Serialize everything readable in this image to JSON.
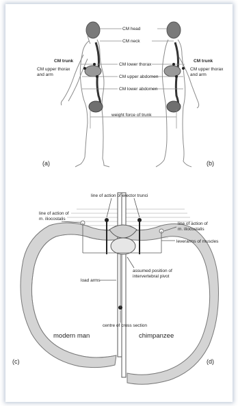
{
  "figure": {
    "top_labels": {
      "cm_head": "CM head",
      "cm_neck": "CM neck",
      "cm_trunk_left": "CM trunk",
      "cm_trunk_right": "CM trunk",
      "cm_upper_thorax_left_1": "CM upper thorax",
      "cm_upper_thorax_left_2": "and arm",
      "cm_upper_thorax_right_1": "CM upper thorax",
      "cm_upper_thorax_right_2": "and arm",
      "cm_lower_thorax": "CM lower thorax",
      "cm_upper_abdomen": "CM upper abdomen",
      "cm_lower_abdomen": "CM lower abdomen",
      "weight_force": "weight force of trunk",
      "panel_a": "(a)",
      "panel_b": "(b)"
    },
    "bottom_labels": {
      "erector_trunci": "line of action of erector trunci",
      "iliocostalis_left_1": "line of action of",
      "iliocostalis_left_2": "m. iliocostalis",
      "iliocostalis_right_1": "line of action of",
      "iliocostalis_right_2": "m. iliocostalis",
      "leverarms": "leverarms of muscles",
      "pivot_1": "assumed position of",
      "pivot_2": "intervertebral pivot",
      "load_arms": "load arms",
      "centre": "centre of cross section",
      "modern_man": "modern man",
      "chimpanzee": "chimpanzee",
      "panel_c": "(c)",
      "panel_d": "(d)"
    }
  }
}
